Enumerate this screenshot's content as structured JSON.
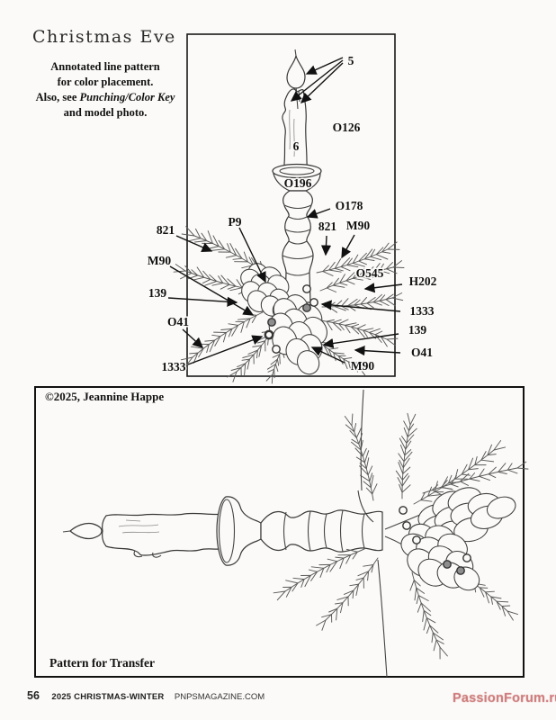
{
  "page_title": "Christmas Eve",
  "intro": {
    "line1": "Annotated line pattern",
    "line2": "for color placement.",
    "line3_prefix": "Also, see ",
    "line3_italic": "Punching/Color Key",
    "line4": "and model photo."
  },
  "top_diagram": {
    "labels": {
      "n5": "5",
      "n6": "6",
      "o126": "O126",
      "o196": "O196",
      "o178": "O178",
      "p9": "P9",
      "r821": "821",
      "rM90": "M90",
      "o545": "O545",
      "h202": "H202",
      "r1333": "1333",
      "r139": "139",
      "rO41": "O41",
      "l821": "821",
      "lM90": "M90",
      "l139": "139",
      "lO41": "O41",
      "l1333": "1333",
      "bM90": "M90"
    }
  },
  "bottom_panel": {
    "copyright": "©2025, Jeannine Happe",
    "caption": "Pattern for Transfer"
  },
  "footer": {
    "page_number": "56",
    "issue": "2025 CHRISTMAS-WINTER",
    "website": "PNPSMAGAZINE.COM"
  },
  "watermark": "PassionForum.ru",
  "colors": {
    "ink": "#1a1a1a",
    "drawing_line": "#444444",
    "watermark_pink": "#cd7070",
    "paper": "#fbfaf8"
  }
}
